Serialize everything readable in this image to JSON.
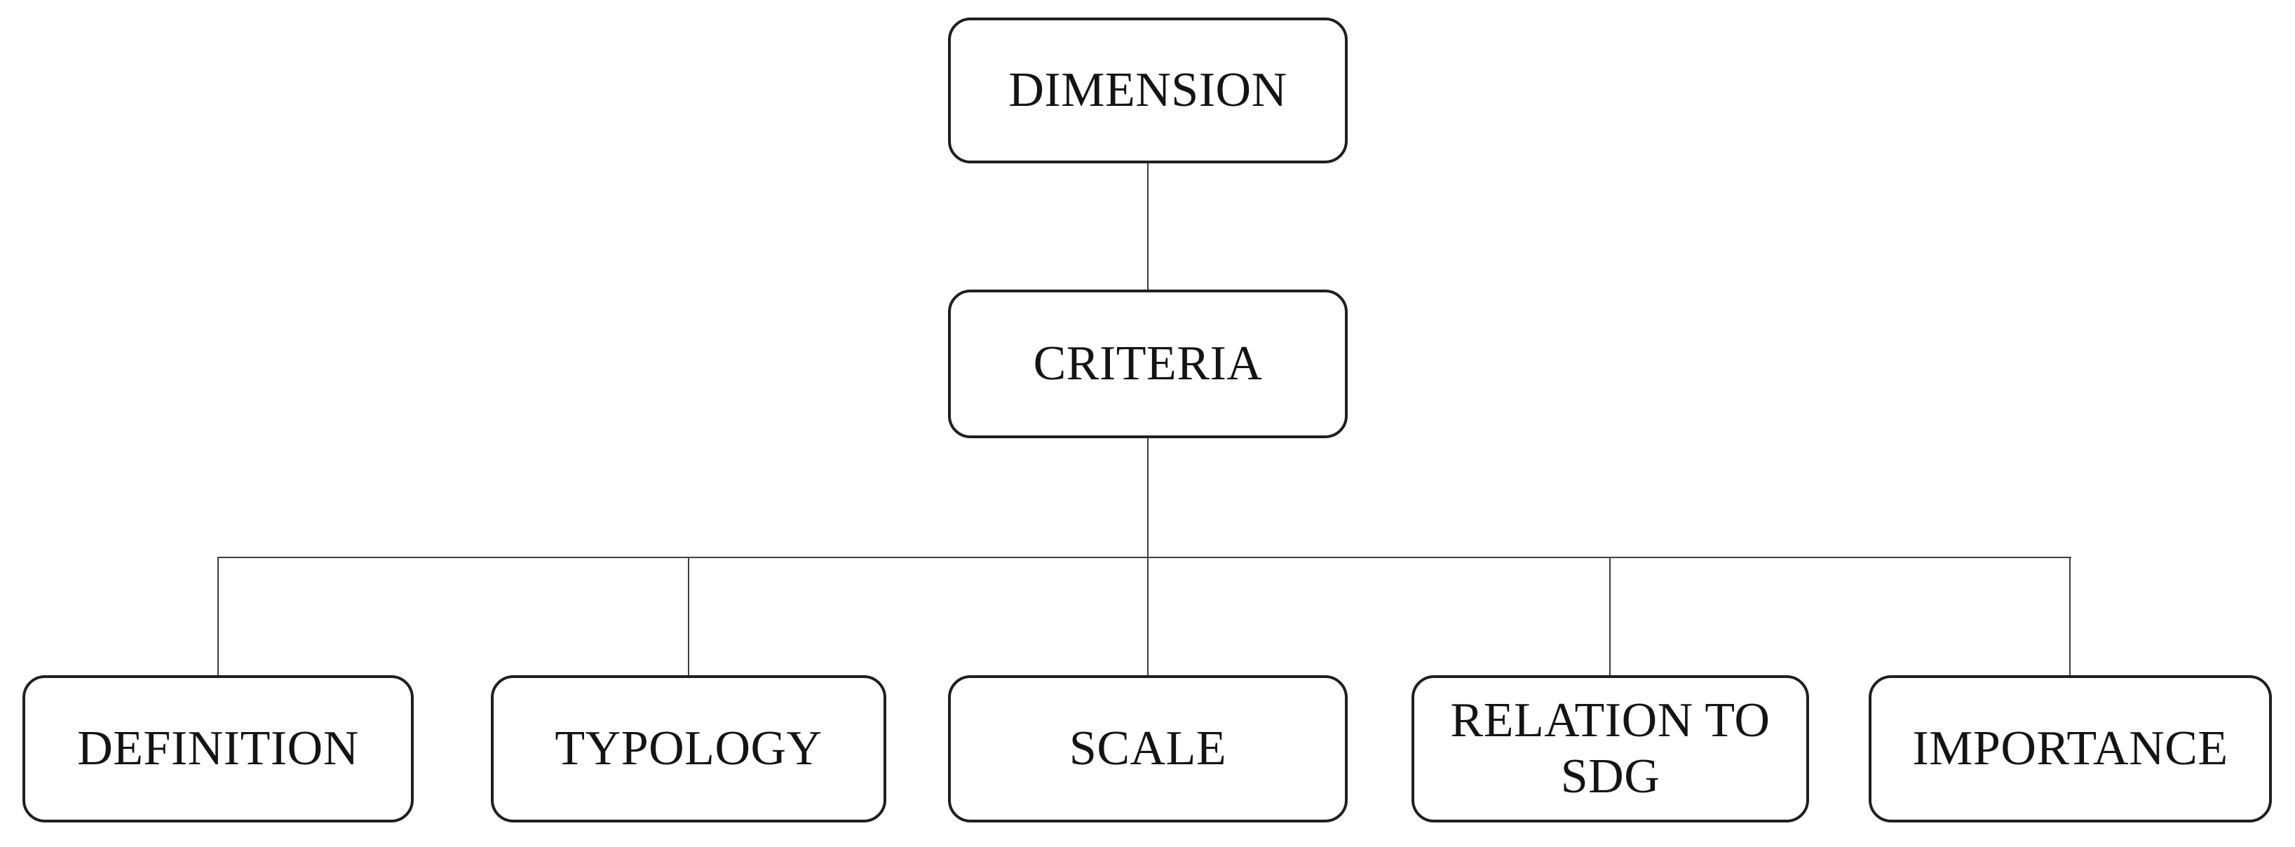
{
  "figure": {
    "type": "hierarchy-diagram",
    "background": "#ffffff",
    "node_border_color": "#1f1f1f",
    "line_color": "#3f3f3f",
    "text_color": "#141414"
  },
  "nodes": {
    "root": {
      "label": "DIMENSION"
    },
    "mid": {
      "label": "CRITERIA"
    },
    "children": [
      {
        "label": "DEFINITION"
      },
      {
        "label": "TYPOLOGY"
      },
      {
        "label": "SCALE"
      },
      {
        "label": "RELATION TO SDG"
      },
      {
        "label": "IMPORTANCE"
      }
    ]
  },
  "edges": [
    {
      "from": "DIMENSION",
      "to": "CRITERIA"
    },
    {
      "from": "CRITERIA",
      "to": "DEFINITION"
    },
    {
      "from": "CRITERIA",
      "to": "TYPOLOGY"
    },
    {
      "from": "CRITERIA",
      "to": "SCALE"
    },
    {
      "from": "CRITERIA",
      "to": "RELATION TO SDG"
    },
    {
      "from": "CRITERIA",
      "to": "IMPORTANCE"
    }
  ]
}
